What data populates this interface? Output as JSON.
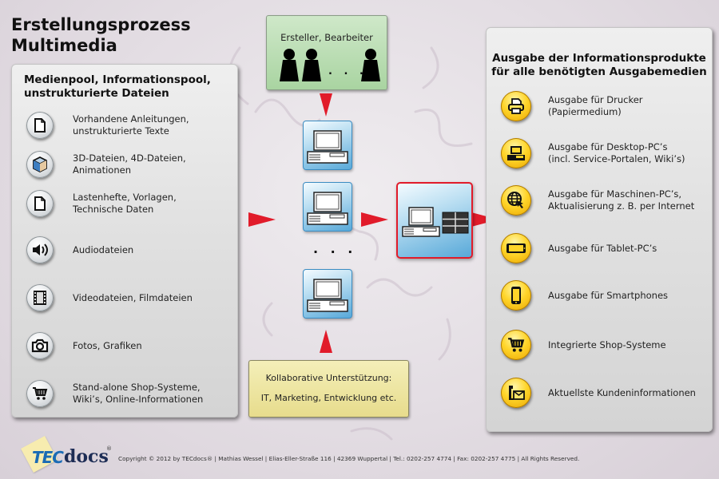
{
  "title": {
    "line1": "Erstellungsprozess",
    "line2": "Multimedia"
  },
  "left_panel": {
    "heading": "Medienpool, Informationspool,\nunstrukturierte Dateien",
    "items": [
      {
        "icon": "document-icon",
        "label": "Vorhandene Anleitungen,\nunstrukturierte Texte"
      },
      {
        "icon": "cube-3d-icon",
        "label": "3D-Dateien, 4D-Dateien,\nAnimationen"
      },
      {
        "icon": "document-icon",
        "label": "Lastenhefte, Vorlagen,\nTechnische Daten"
      },
      {
        "icon": "speaker-icon",
        "label": "Audiodateien"
      },
      {
        "icon": "film-icon",
        "label": "Videodateien, Filmdateien"
      },
      {
        "icon": "camera-icon",
        "label": "Fotos, Grafiken"
      },
      {
        "icon": "shopping-cart-icon",
        "label": "Stand-alone Shop-Systeme,\nWiki’s, Online-Informationen"
      }
    ]
  },
  "creators_box": {
    "label": "Ersteller, Bearbeiter",
    "ellipsis": ". . ."
  },
  "collab_box": {
    "line1": "Kollaborative Unterstützung:",
    "line2": "IT, Marketing, Entwicklung etc."
  },
  "workstations": {
    "ellipsis": ". . ."
  },
  "right_panel": {
    "heading": "Ausgabe der Informationsprodukte\nfür alle benötigten Ausgabemedien",
    "items": [
      {
        "icon": "printer-icon",
        "label": "Ausgabe für Drucker\n(Papiermedium)"
      },
      {
        "icon": "desktop-pc-icon",
        "label": "Ausgabe für Desktop-PC’s\n(incl. Service-Portalen, Wiki’s)"
      },
      {
        "icon": "globe-cursor-icon",
        "label": "Ausgabe für Maschinen-PC’s,\nAktualisierung z. B. per Internet"
      },
      {
        "icon": "tablet-icon",
        "label": "Ausgabe für Tablet-PC’s"
      },
      {
        "icon": "smartphone-icon",
        "label": "Ausgabe für Smartphones"
      },
      {
        "icon": "shopping-cart-icon",
        "label": "Integrierte Shop-Systeme"
      },
      {
        "icon": "phone-mail-icon",
        "label": "Aktuellste Kundeninformationen"
      }
    ]
  },
  "footer": {
    "logo_part1": "TEC",
    "logo_part2": "docs",
    "logo_reg": "®",
    "copyright": "Copyright © 2012 by TECdocs® | Mathias Wessel | Elias-Eller-Straße 116 | 42369 Wuppertal | Tel.: 0202-257 4774 | Fax: 0202-257 4775 | All Rights Reserved."
  },
  "colors": {
    "arrow": "#e11b2a",
    "accent_blue": "#58a9d9",
    "icon_yellow": "#ffd52a"
  }
}
